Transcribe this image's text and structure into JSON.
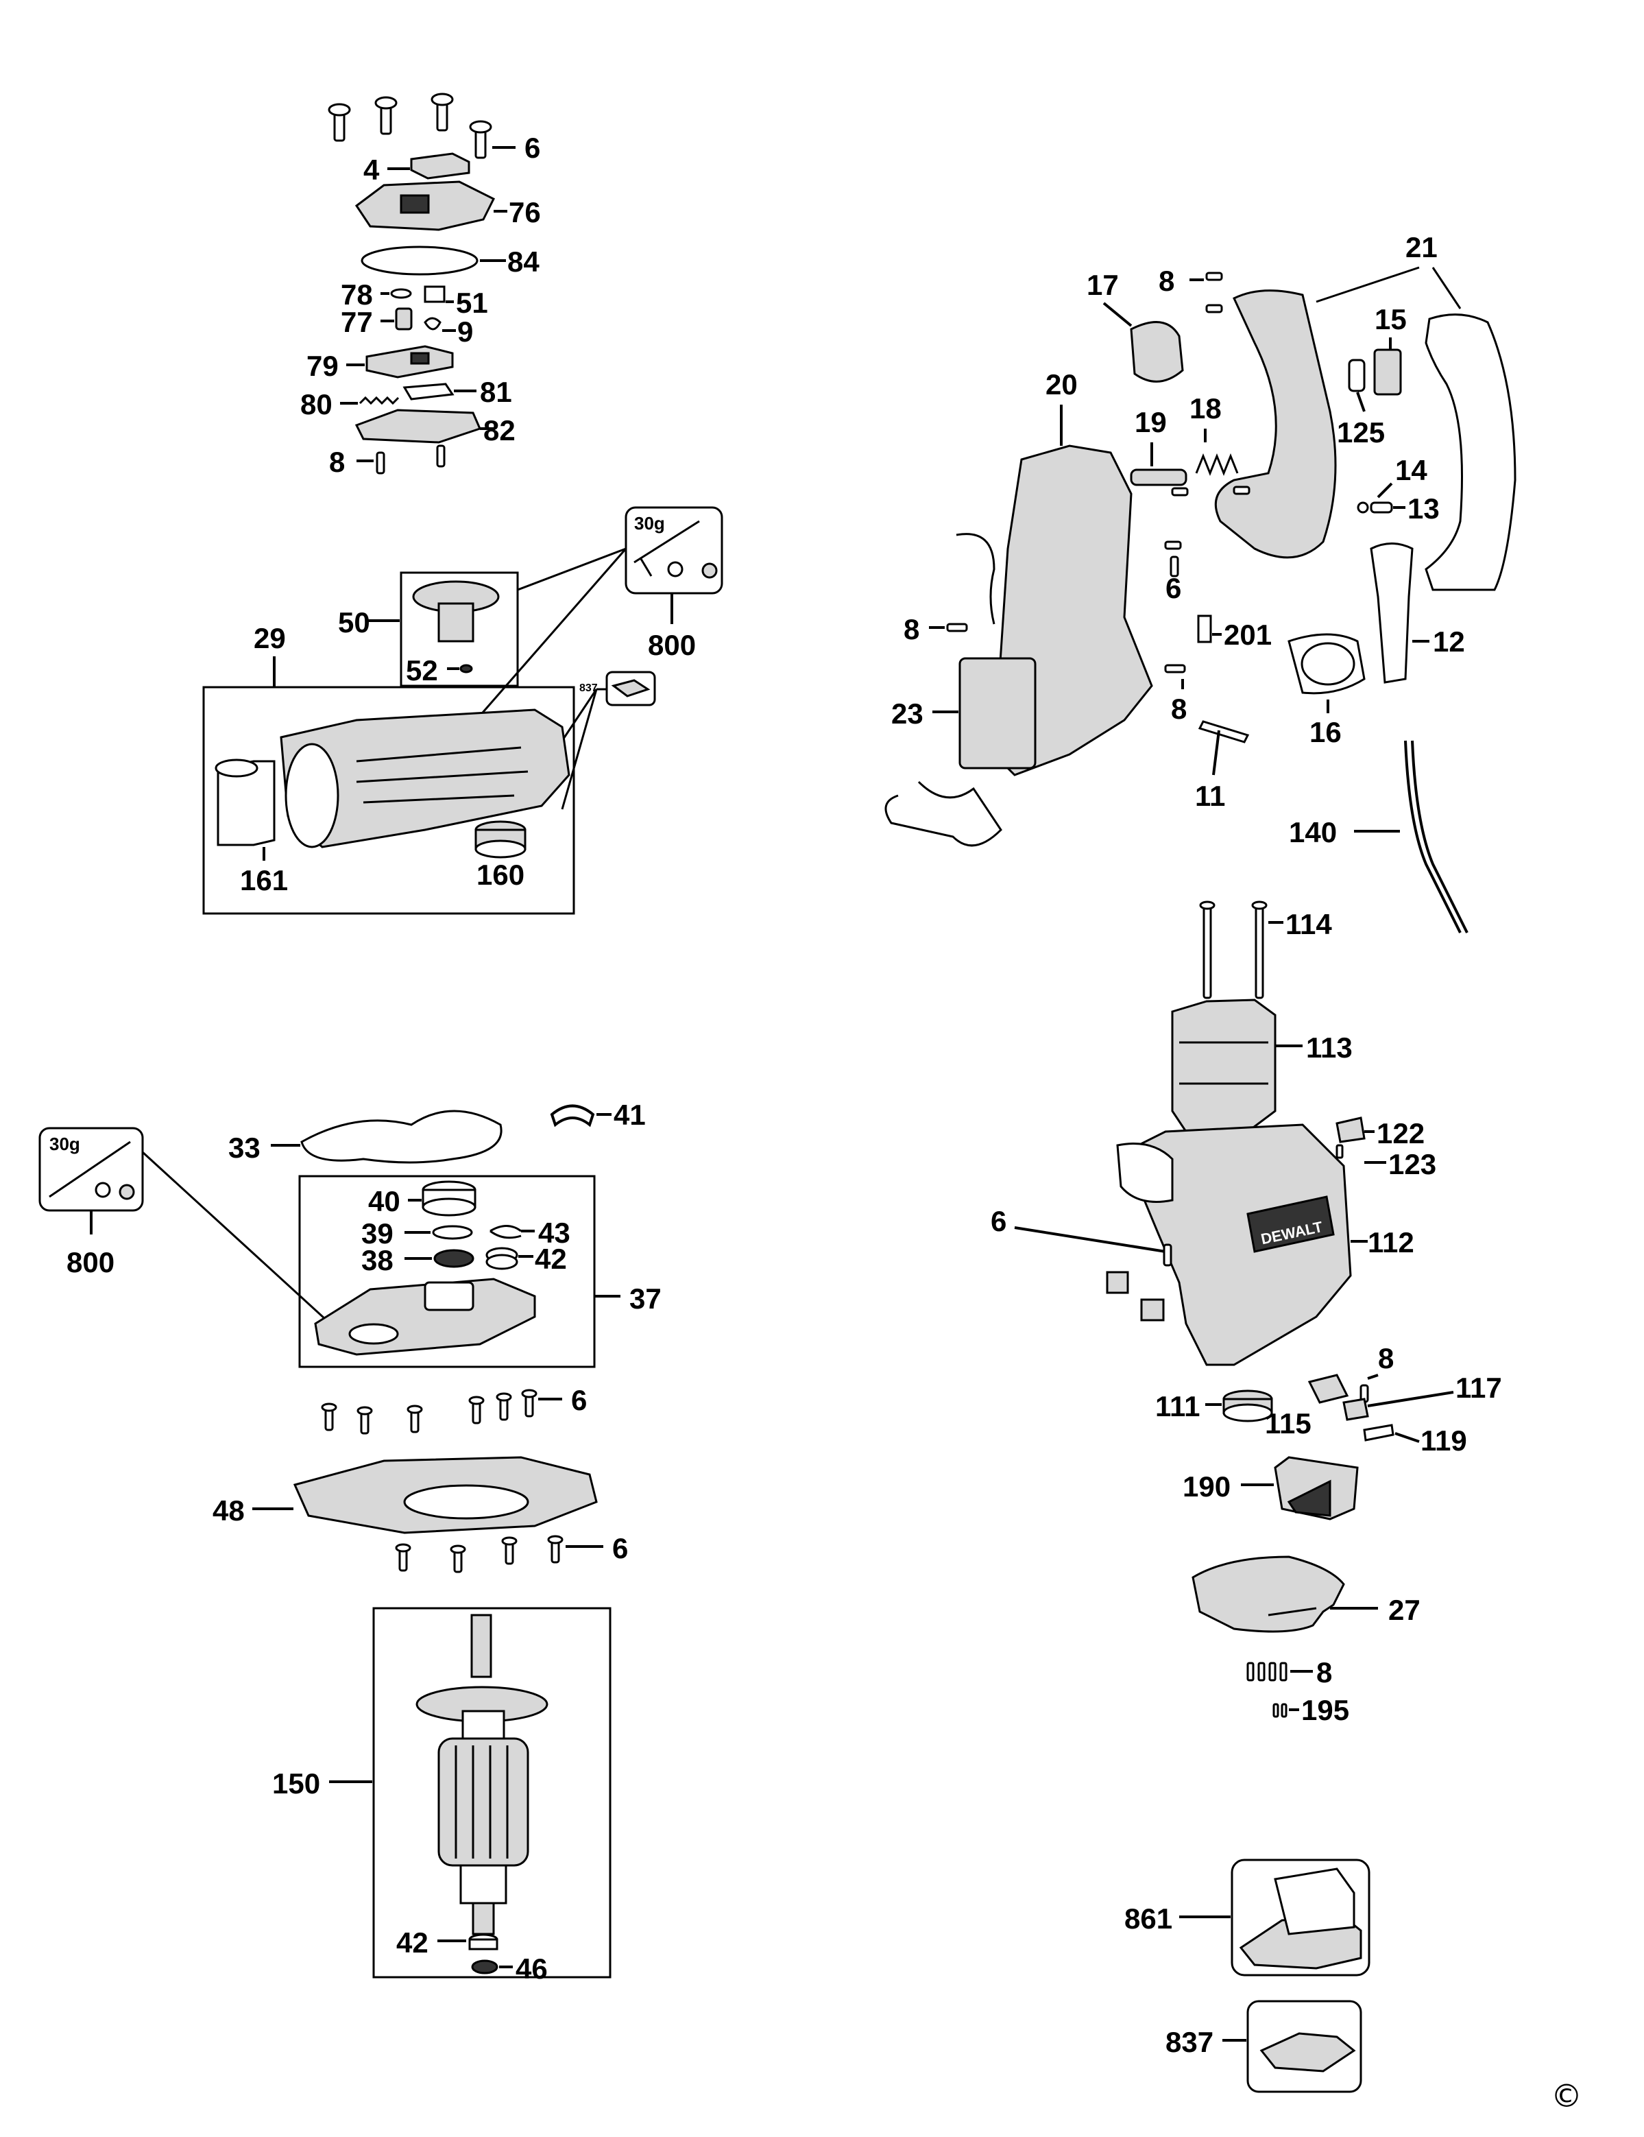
{
  "labels": {
    "p6a": "6",
    "p4": "4",
    "p76": "76",
    "p84": "84",
    "p78": "78",
    "p51": "51",
    "p77": "77",
    "p9": "9",
    "p79": "79",
    "p80": "80",
    "p81": "81",
    "p82": "82",
    "p8a": "8",
    "p50": "50",
    "p52": "52",
    "p29": "29",
    "p800a": "800",
    "grease_a": "30g",
    "p837a": "837",
    "p161": "161",
    "p160": "160",
    "p33": "33",
    "p41": "41",
    "p40": "40",
    "p39": "39",
    "p43": "43",
    "p38": "38",
    "p42a": "42",
    "p37": "37",
    "grease_b": "30g",
    "p800b": "800",
    "p6b": "6",
    "p48": "48",
    "p6c": "6",
    "p150": "150",
    "p42b": "42",
    "p46": "46",
    "p8b": "8",
    "p17": "17",
    "p21": "21",
    "p15": "15",
    "p20": "20",
    "p19": "19",
    "p18": "18",
    "p125": "125",
    "p14": "14",
    "p13": "13",
    "p6d": "6",
    "p8c": "8",
    "p201": "201",
    "p12": "12",
    "p23": "23",
    "p8d": "8",
    "p16": "16",
    "p11": "11",
    "p140": "140",
    "p114": "114",
    "p113": "113",
    "p122": "122",
    "p123": "123",
    "p6e": "6",
    "p112": "112",
    "p8e": "8",
    "p117": "117",
    "p111": "111",
    "p115": "115",
    "p119": "119",
    "p190": "190",
    "p27": "27",
    "p8f": "8",
    "p195": "195",
    "p861": "861",
    "p837b": "837"
  },
  "logo_text": "DEWALT",
  "copyright_symbol": "©"
}
